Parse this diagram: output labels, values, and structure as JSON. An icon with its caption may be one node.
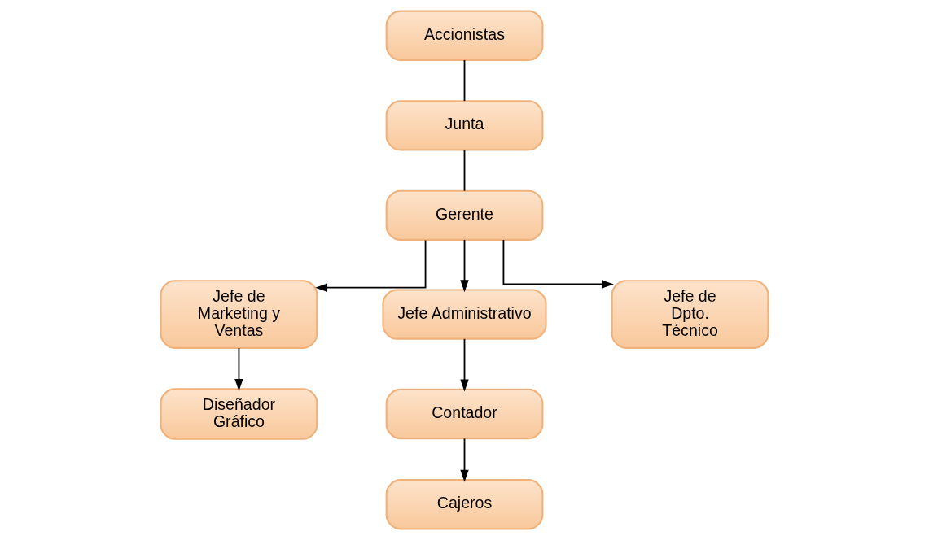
{
  "diagram": {
    "nodes": [
      {
        "text": [
          "Accionistas"
        ]
      },
      {
        "text": [
          "Junta"
        ]
      },
      {
        "text": [
          "Gerente"
        ]
      },
      {
        "text": [
          "Jefe de Marketing y Ventas"
        ]
      },
      {
        "text": [
          "Jefe Administrativo"
        ]
      },
      {
        "text": [
          "Jefe de Dpto. Técnico"
        ]
      },
      {
        "text": [
          "Diseñador Gráfico"
        ]
      },
      {
        "text": [
          "Contador"
        ]
      },
      {
        "text": [
          "Cajeros"
        ]
      }
    ],
    "edges": [
      {
        "from": 0,
        "to": 1,
        "arrow": "none"
      },
      {
        "from": 1,
        "to": 2,
        "arrow": "none"
      },
      {
        "from": 2,
        "to": 3,
        "arrow": "to"
      },
      {
        "from": 2,
        "to": 4,
        "arrow": "to"
      },
      {
        "from": 2,
        "to": 5,
        "arrow": "to"
      },
      {
        "from": 3,
        "to": 6,
        "arrow": "to"
      },
      {
        "from": 4,
        "to": 7,
        "arrow": "to"
      },
      {
        "from": 7,
        "to": 8,
        "arrow": "to"
      }
    ]
  }
}
